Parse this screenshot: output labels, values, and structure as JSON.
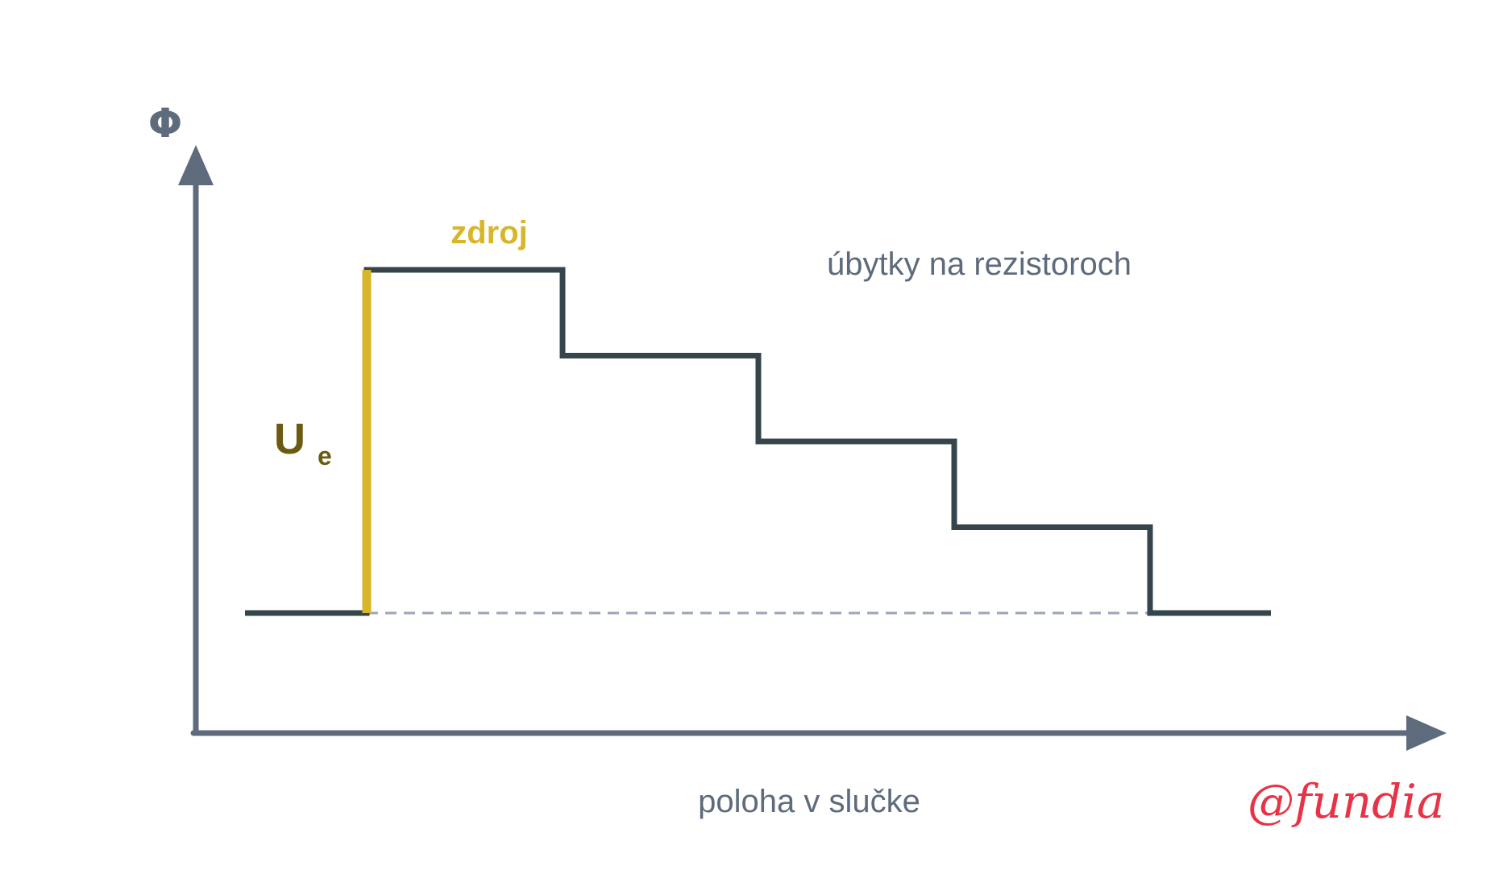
{
  "labels": {
    "y_axis": "Φ",
    "x_axis": "poloha v slučke",
    "source": "zdroj",
    "drops": "úbytky na rezistoroch",
    "emf_main": "U",
    "emf_sub": "e",
    "brand": "@fundia"
  },
  "potential_profile": {
    "base_level": 0,
    "source_level": 4,
    "step_levels": [
      4,
      3,
      2,
      1,
      0
    ],
    "step_count": 4
  },
  "colors": {
    "axis": "#5e6b7c",
    "profile": "#36444c",
    "source": "#d8b62a",
    "emf_label": "#6b5a10",
    "reference_dashed": "#9aa6b8",
    "brand": "#e83347"
  }
}
